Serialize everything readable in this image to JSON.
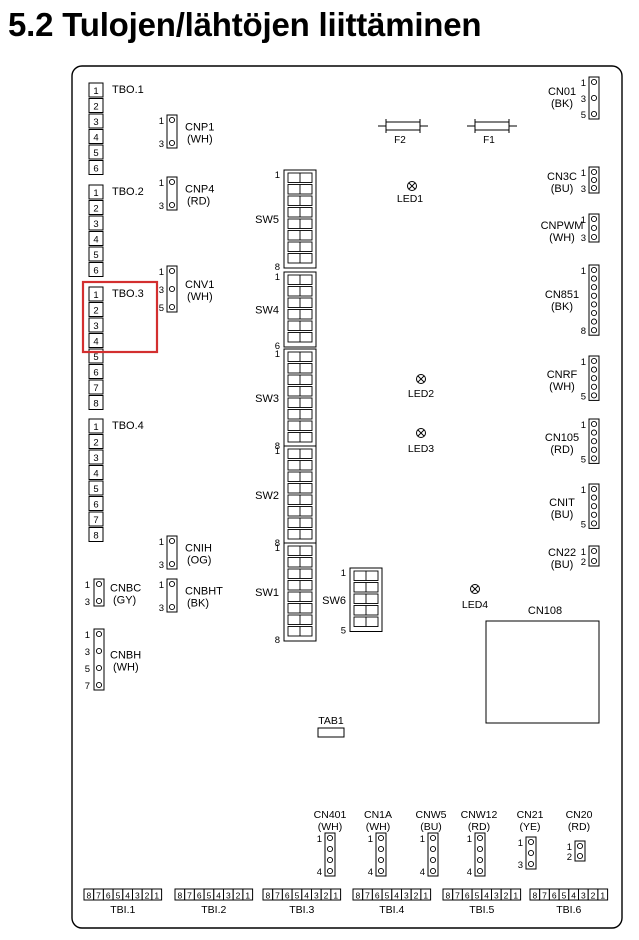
{
  "title": "5.2 Tulojen/lähtöjen liittäminen",
  "highlight_color": "#d32f2f",
  "tbo_blocks": [
    {
      "name": "TBO.1",
      "terminals": [
        "1",
        "2",
        "3",
        "4",
        "5",
        "6"
      ]
    },
    {
      "name": "TBO.2",
      "terminals": [
        "1",
        "2",
        "3",
        "4",
        "5",
        "6"
      ]
    },
    {
      "name": "TBO.3",
      "terminals": [
        "1",
        "2",
        "3",
        "4",
        "5",
        "6",
        "7",
        "8"
      ],
      "highlighted_terminals": 4
    },
    {
      "name": "TBO.4",
      "terminals": [
        "1",
        "2",
        "3",
        "4",
        "5",
        "6",
        "7",
        "8"
      ]
    }
  ],
  "left_connectors": [
    {
      "name": "CNBC",
      "color": "(GY)",
      "pins": [
        "1",
        "3"
      ]
    },
    {
      "name": "CNBH",
      "color": "(WH)",
      "pins": [
        "1",
        "3",
        "5",
        "7"
      ]
    }
  ],
  "mid_connectors": [
    {
      "name": "CNP1",
      "color": "(WH)",
      "pins": [
        "1",
        "3"
      ]
    },
    {
      "name": "CNP4",
      "color": "(RD)",
      "pins": [
        "1",
        "3"
      ]
    },
    {
      "name": "CNV1",
      "color": "(WH)",
      "pins": [
        "1",
        "3",
        "5"
      ]
    },
    {
      "name": "CNIH",
      "color": "(OG)",
      "pins": [
        "1",
        "3"
      ]
    },
    {
      "name": "CNBHT",
      "color": "(BK)",
      "pins": [
        "1",
        "3"
      ]
    }
  ],
  "switches": [
    {
      "name": "SW5",
      "first": "1",
      "last": "8"
    },
    {
      "name": "SW4",
      "first": "1",
      "last": "6"
    },
    {
      "name": "SW3",
      "first": "1",
      "last": "8"
    },
    {
      "name": "SW2",
      "first": "1",
      "last": "8"
    },
    {
      "name": "SW1",
      "first": "1",
      "last": "8"
    },
    {
      "name": "SW6",
      "first": "1",
      "last": "5"
    }
  ],
  "fuses": [
    "F2",
    "F1"
  ],
  "leds": [
    "LED1",
    "LED2",
    "LED3",
    "LED4"
  ],
  "right_connectors": [
    {
      "name": "CN01",
      "color": "(BK)",
      "pins": [
        "1",
        "3",
        "5"
      ]
    },
    {
      "name": "CN3C",
      "color": "(BU)",
      "pins": [
        "1",
        "3"
      ]
    },
    {
      "name": "CNPWM",
      "color": "(WH)",
      "pins": [
        "1",
        "3"
      ]
    },
    {
      "name": "CN851",
      "color": "(BK)",
      "pins": [
        "1",
        "8"
      ]
    },
    {
      "name": "CNRF",
      "color": "(WH)",
      "pins": [
        "1",
        "5"
      ]
    },
    {
      "name": "CN105",
      "color": "(RD)",
      "pins": [
        "1",
        "5"
      ]
    },
    {
      "name": "CNIT",
      "color": "(BU)",
      "pins": [
        "1",
        "5"
      ]
    },
    {
      "name": "CN22",
      "color": "(BU)",
      "pins": [
        "1",
        "2"
      ]
    }
  ],
  "cn108": "CN108",
  "tab1": "TAB1",
  "bottom_connectors": [
    {
      "name": "CN401",
      "color": "(WH)",
      "pins": [
        "1",
        "4"
      ]
    },
    {
      "name": "CN1A",
      "color": "(WH)",
      "pins": [
        "1",
        "4"
      ]
    },
    {
      "name": "CNW5",
      "color": "(BU)",
      "pins": [
        "1",
        "4"
      ]
    },
    {
      "name": "CNW12",
      "color": "(RD)",
      "pins": [
        "1",
        "4"
      ]
    },
    {
      "name": "CN21",
      "color": "(YE)",
      "pins": [
        "1",
        "3"
      ]
    },
    {
      "name": "CN20",
      "color": "(RD)",
      "pins": [
        "1",
        "2"
      ]
    }
  ],
  "tbi_blocks": [
    {
      "name": "TBI.1",
      "terminals": [
        "8",
        "7",
        "6",
        "5",
        "4",
        "3",
        "2",
        "1"
      ]
    },
    {
      "name": "TBI.2",
      "terminals": [
        "8",
        "7",
        "6",
        "5",
        "4",
        "3",
        "2",
        "1"
      ]
    },
    {
      "name": "TBI.3",
      "terminals": [
        "8",
        "7",
        "6",
        "5",
        "4",
        "3",
        "2",
        "1"
      ]
    },
    {
      "name": "TBI.4",
      "terminals": [
        "8",
        "7",
        "6",
        "5",
        "4",
        "3",
        "2",
        "1"
      ]
    },
    {
      "name": "TBI.5",
      "terminals": [
        "8",
        "7",
        "6",
        "5",
        "4",
        "3",
        "2",
        "1"
      ]
    },
    {
      "name": "TBI.6",
      "terminals": [
        "8",
        "7",
        "6",
        "5",
        "4",
        "3",
        "2",
        "1"
      ]
    }
  ]
}
